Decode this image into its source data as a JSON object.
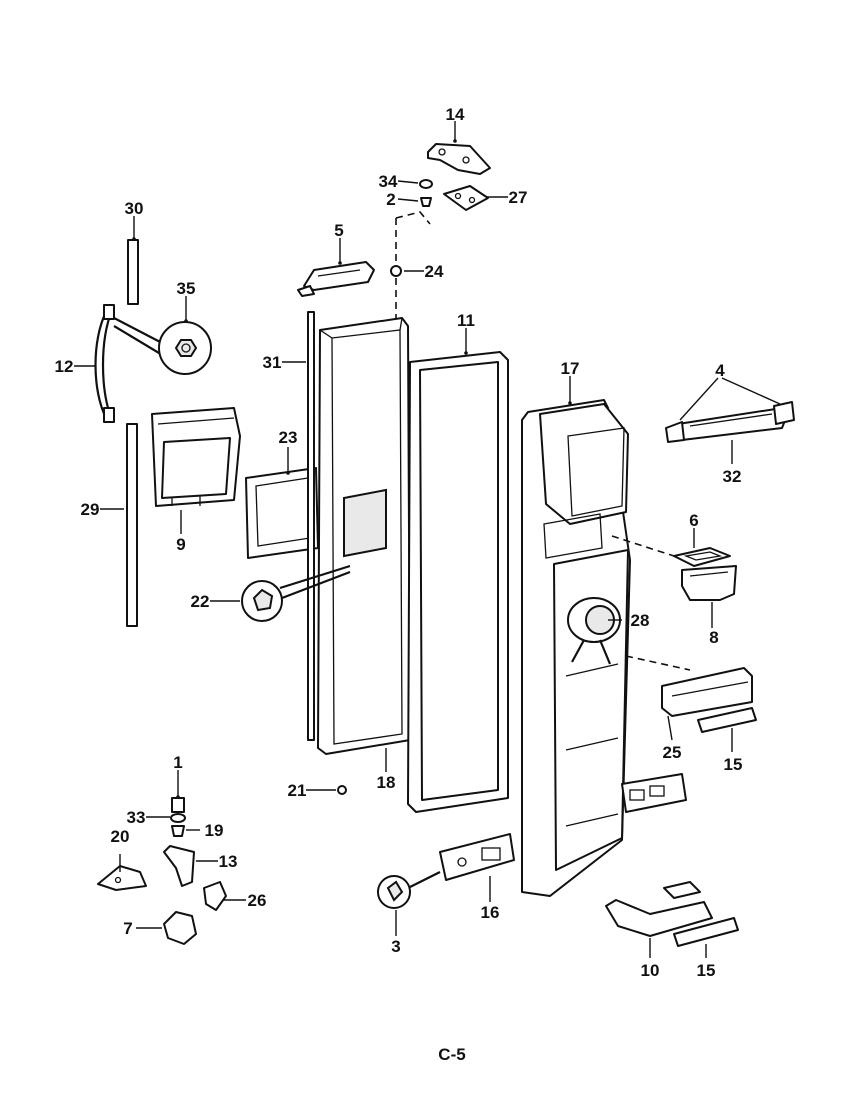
{
  "parts": [
    {
      "id": "14",
      "label": "14"
    },
    {
      "id": "34",
      "label": "34"
    },
    {
      "id": "2",
      "label": "2"
    },
    {
      "id": "27",
      "label": "27"
    },
    {
      "id": "30",
      "label": "30"
    },
    {
      "id": "5",
      "label": "5"
    },
    {
      "id": "24",
      "label": "24"
    },
    {
      "id": "35",
      "label": "35"
    },
    {
      "id": "11",
      "label": "11"
    },
    {
      "id": "12",
      "label": "12"
    },
    {
      "id": "31",
      "label": "31"
    },
    {
      "id": "17",
      "label": "17"
    },
    {
      "id": "4",
      "label": "4"
    },
    {
      "id": "23",
      "label": "23"
    },
    {
      "id": "32",
      "label": "32"
    },
    {
      "id": "29",
      "label": "29"
    },
    {
      "id": "9",
      "label": "9"
    },
    {
      "id": "6",
      "label": "6"
    },
    {
      "id": "22",
      "label": "22"
    },
    {
      "id": "28",
      "label": "28"
    },
    {
      "id": "8",
      "label": "8"
    },
    {
      "id": "25",
      "label": "25"
    },
    {
      "id": "15a",
      "label": "15"
    },
    {
      "id": "1",
      "label": "1"
    },
    {
      "id": "21",
      "label": "21"
    },
    {
      "id": "18",
      "label": "18"
    },
    {
      "id": "33",
      "label": "33"
    },
    {
      "id": "19",
      "label": "19"
    },
    {
      "id": "20",
      "label": "20"
    },
    {
      "id": "13",
      "label": "13"
    },
    {
      "id": "16",
      "label": "16"
    },
    {
      "id": "26",
      "label": "26"
    },
    {
      "id": "7",
      "label": "7"
    },
    {
      "id": "3",
      "label": "3"
    },
    {
      "id": "10",
      "label": "10"
    },
    {
      "id": "15b",
      "label": "15"
    }
  ],
  "page_code": "C-5"
}
